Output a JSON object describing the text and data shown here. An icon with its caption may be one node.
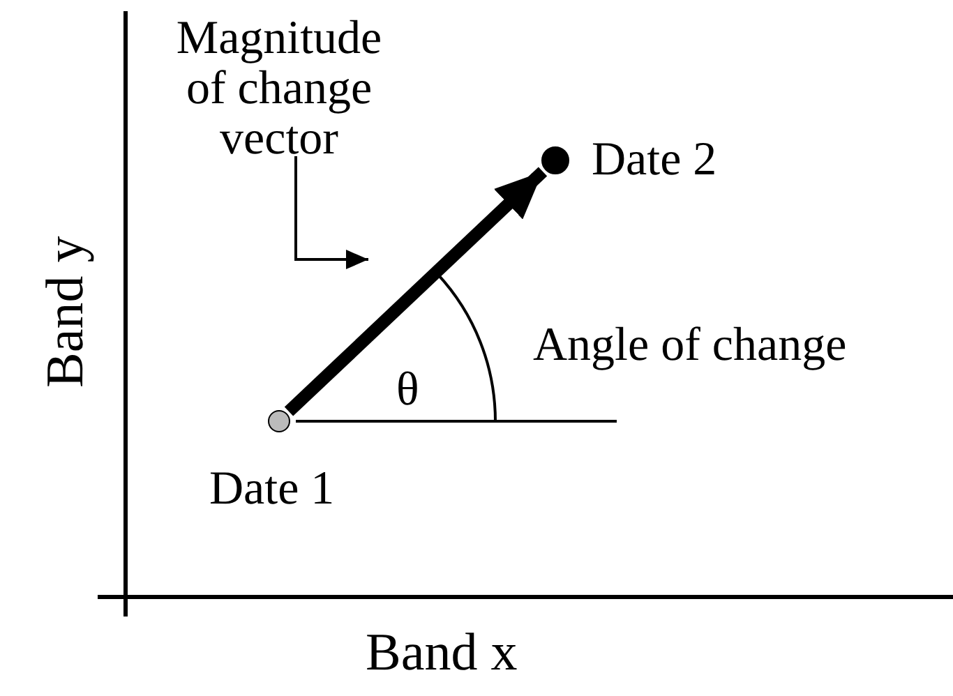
{
  "diagram": {
    "nodes": [
      {
        "text": [
          "Magnitude of change vector"
        ]
      },
      {
        "text": [],
        "shape": "circle",
        "beside": [
          "Date 1"
        ]
      },
      {
        "text": [],
        "shape": "circle",
        "beside": [
          "Date 2"
        ]
      }
    ],
    "edges": [
      {
        "from": 1,
        "to": 2,
        "arrow": "to",
        "style": "thick"
      },
      {
        "from": 0,
        "to": null,
        "arrow": "to"
      }
    ],
    "labels": [
      "Band y",
      "Angle of change",
      "θ",
      "Band x"
    ]
  }
}
